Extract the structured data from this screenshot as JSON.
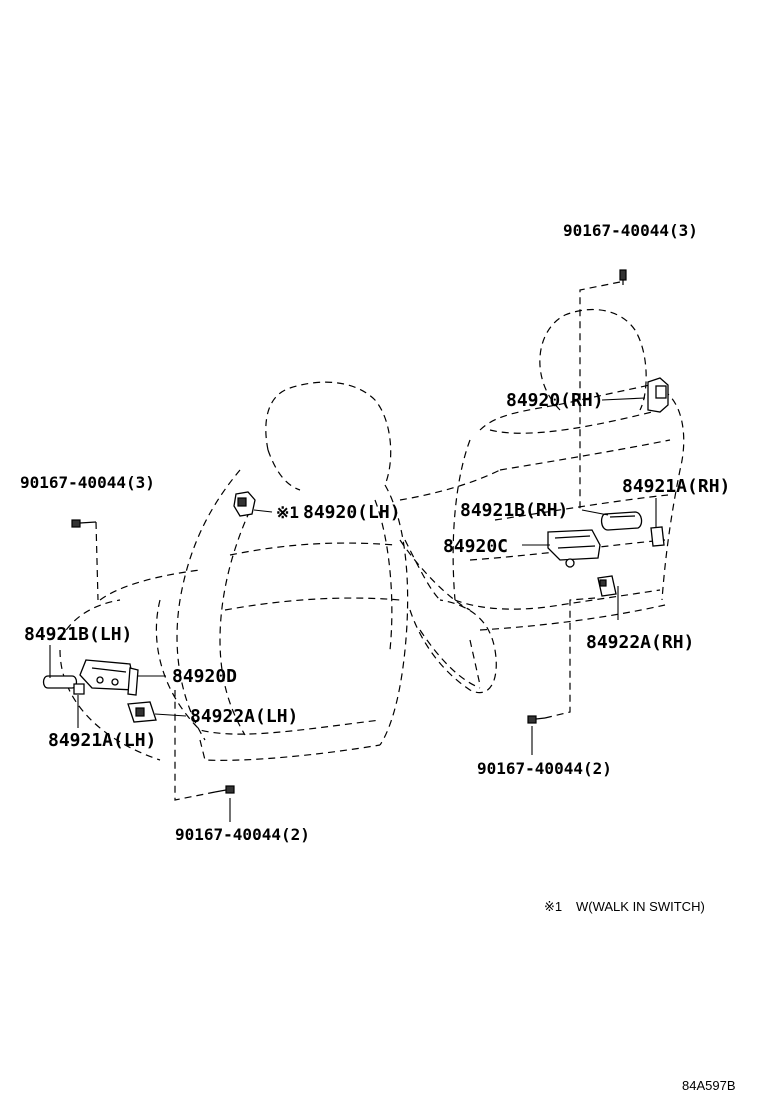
{
  "labels": {
    "bolt_rh_top": "90167-40044(3)",
    "bolt_lh_top": "90167-40044(3)",
    "bolt_rh_bottom": "90167-40044(2)",
    "bolt_lh_bottom": "90167-40044(2)",
    "cover_rh": "84920(RH)",
    "cover_lh": "84920(LH)",
    "cover_lh_mark": "※1",
    "knob_b_rh": "84921B(RH)",
    "knob_a_rh": "84921A(RH)",
    "switch_c": "84920C",
    "bracket_rh": "84922A(RH)",
    "knob_b_lh": "84921B(LH)",
    "switch_d": "84920D",
    "bracket_lh": "84922A(LH)",
    "knob_a_lh": "84921A(LH)"
  },
  "footnote": {
    "mark": "※1",
    "text": "W(WALK IN SWITCH)"
  },
  "drawing_code": "84A597B"
}
